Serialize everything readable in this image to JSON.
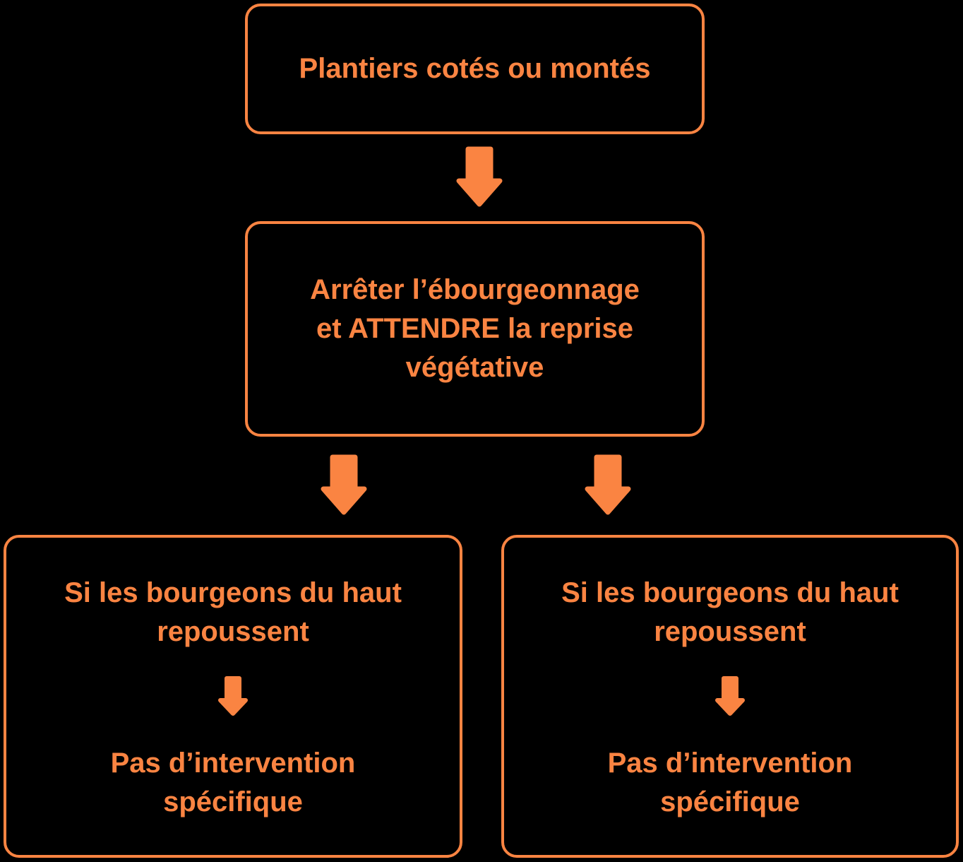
{
  "colors": {
    "accent": "#FA8442",
    "background": "#000000"
  },
  "flowchart": {
    "top_box": {
      "label": "Plantiers cotés ou montés"
    },
    "wait_box": {
      "lines": [
        "Arrêter l’ébourgeonnage",
        "et ATTENDRE la reprise",
        "végétative"
      ]
    },
    "branch_left": {
      "condition_lines": [
        "Si les bourgeons du haut",
        "repoussent"
      ],
      "result_lines": [
        "Pas d’intervention",
        "spécifique"
      ]
    },
    "branch_right": {
      "condition_lines": [
        "Si les bourgeons du haut",
        "repoussent"
      ],
      "result_lines": [
        "Pas d’intervention",
        "spécifique"
      ]
    }
  }
}
